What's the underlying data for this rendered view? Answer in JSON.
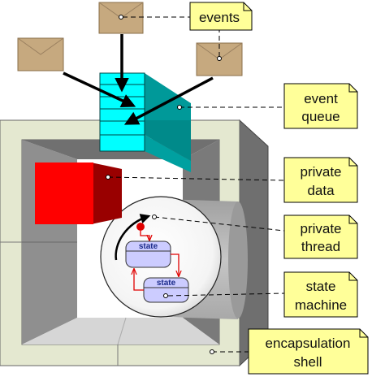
{
  "notes": {
    "events": "events",
    "event_queue": [
      "event",
      "queue"
    ],
    "private_data": [
      "private",
      "data"
    ],
    "private_thread": [
      "private",
      "thread"
    ],
    "state_machine": [
      "state",
      "machine"
    ],
    "encapsulation_shell": [
      "encapsulation",
      "shell"
    ]
  },
  "states": {
    "top": "state",
    "bottom": "state"
  },
  "colors": {
    "note_fill": "#ffff99",
    "envelope": "#c6a97f",
    "queue_front": "#00ffff",
    "queue_side": "#009999",
    "private_data": "#ff0000",
    "state_fill": "#ccccff",
    "shell": "#e4e8d0"
  }
}
